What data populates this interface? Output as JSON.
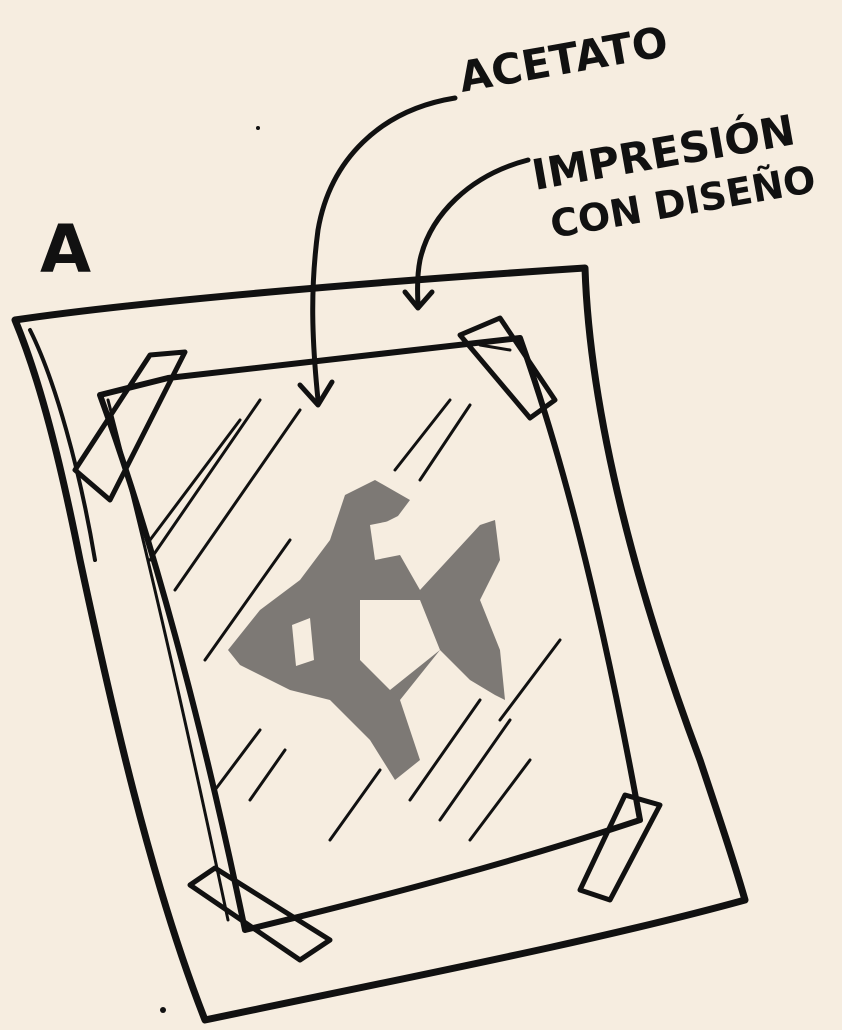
{
  "figure": {
    "panel_letter": "A",
    "labels": {
      "acetato": "ACETATO",
      "impresion_line1": "IMPRESIÓN",
      "impresion_line2": "CON DISEÑO"
    }
  },
  "colors": {
    "background": "#f6ede0",
    "ink": "#111111",
    "design_fill": "#7d7975",
    "tape": "#ece4d6"
  },
  "icons": {
    "design": "cross-shaped-print-design"
  }
}
